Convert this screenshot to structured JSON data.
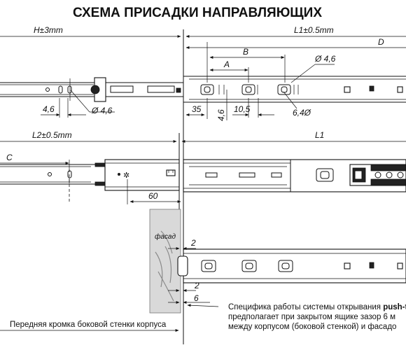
{
  "title": "СХЕМА ПРИСАДКИ НАПРАВЛЯЮЩИХ",
  "labels": {
    "h_tol": "H±3mm",
    "l1_tol": "L1±0.5mm",
    "d": "D",
    "b": "B",
    "a": "A",
    "dia_top_right": "Ø 4,6",
    "dia_left": "Ø 4,6",
    "dim_4_6_horizontal": "4,6",
    "dim_35": "35",
    "dim_4_6_vertical": "4,6",
    "dim_10_5": "10,5",
    "dim_6_4": "6,4Ø",
    "l2_tol": "L2±0.5mm",
    "l1": "L1",
    "c": "C",
    "dim_60": "60",
    "fasad": "фасад",
    "dim_2_top": "2",
    "dim_2_bottom": "2",
    "dim_6": "6"
  },
  "notes": {
    "pushto_line1_prefix": "Спецификa работы системы открывания ",
    "pushto_line1_bold": "push-to-",
    "pushto_line2": "предполагает при закрытом ящике зазор 6 м",
    "pushto_line3": "между корпусом (боковой стенкой) и фасадо",
    "front_edge": "Передняя кромка боковой стенки корпуса"
  }
}
